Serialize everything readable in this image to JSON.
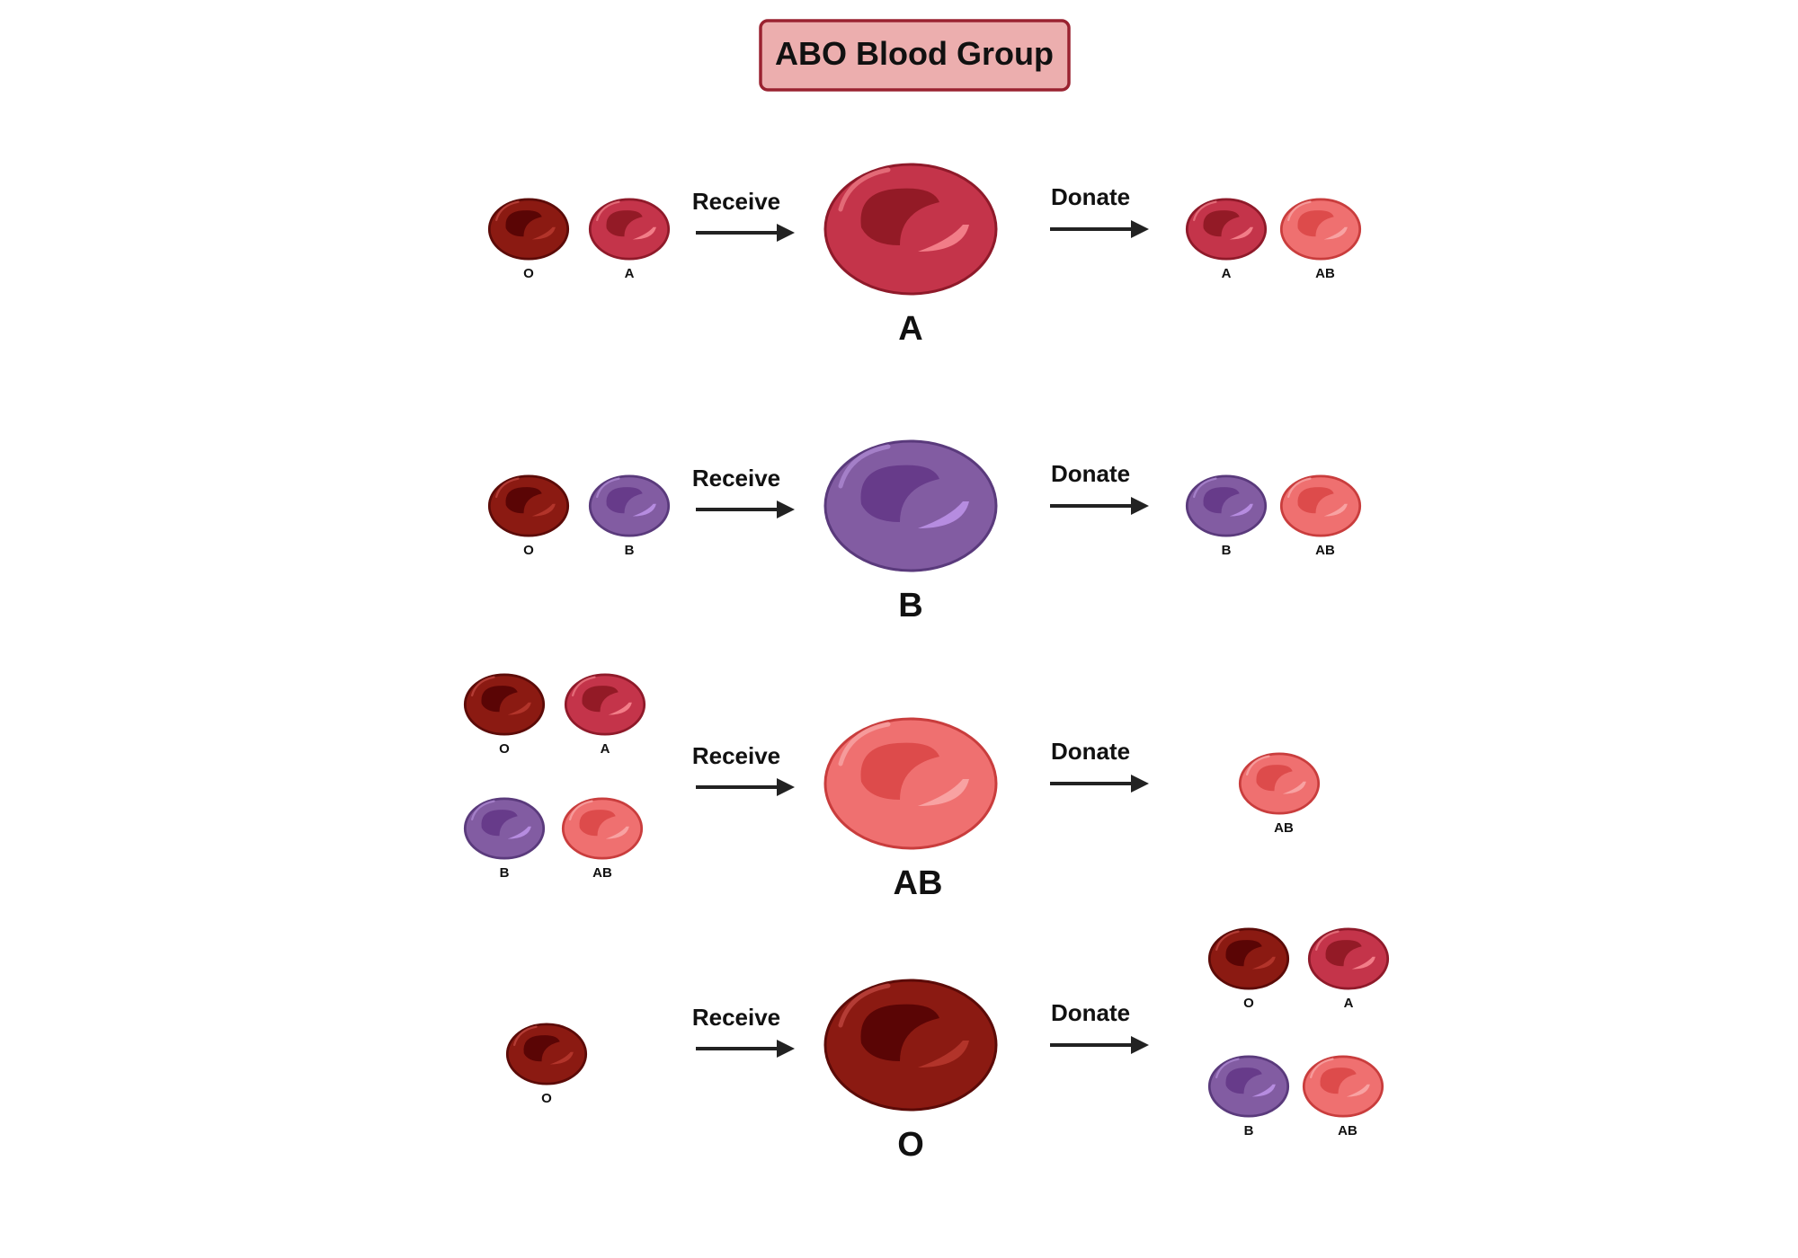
{
  "title": "ABO Blood Group",
  "labels": {
    "receive": "Receive",
    "donate": "Donate"
  },
  "palette": {
    "O": {
      "body": "#8b1a12",
      "edge": "#5c0b08",
      "pit": "#5a0505",
      "shine": "#b2342a",
      "hi": "#b8403a"
    },
    "A": {
      "body": "#c4344a",
      "edge": "#8f1a2a",
      "pit": "#931a26",
      "shine": "#f27d88",
      "hi": "#e7707c"
    },
    "B": {
      "body": "#825ca2",
      "edge": "#5a3a7c",
      "pit": "#673b8a",
      "shine": "#b68ce0",
      "hi": "#a783cc"
    },
    "AB": {
      "body": "#ef7070",
      "edge": "#c93d3d",
      "pit": "#dd4b4b",
      "shine": "#f8a2a2",
      "hi": "#f6a0a0"
    },
    "arrow": "#222222",
    "title_bg": "#ecaeae",
    "title_border": "#9a2230"
  },
  "rows": [
    {
      "type": "A",
      "receives": [
        "O",
        "A"
      ],
      "donates": [
        "A",
        "AB"
      ]
    },
    {
      "type": "B",
      "receives": [
        "O",
        "B"
      ],
      "donates": [
        "B",
        "AB"
      ]
    },
    {
      "type": "AB",
      "receives": [
        "O",
        "A",
        "B",
        "AB"
      ],
      "donates": [
        "AB"
      ]
    },
    {
      "type": "O",
      "receives": [
        "O"
      ],
      "donates": [
        "O",
        "A",
        "B",
        "AB"
      ]
    }
  ]
}
